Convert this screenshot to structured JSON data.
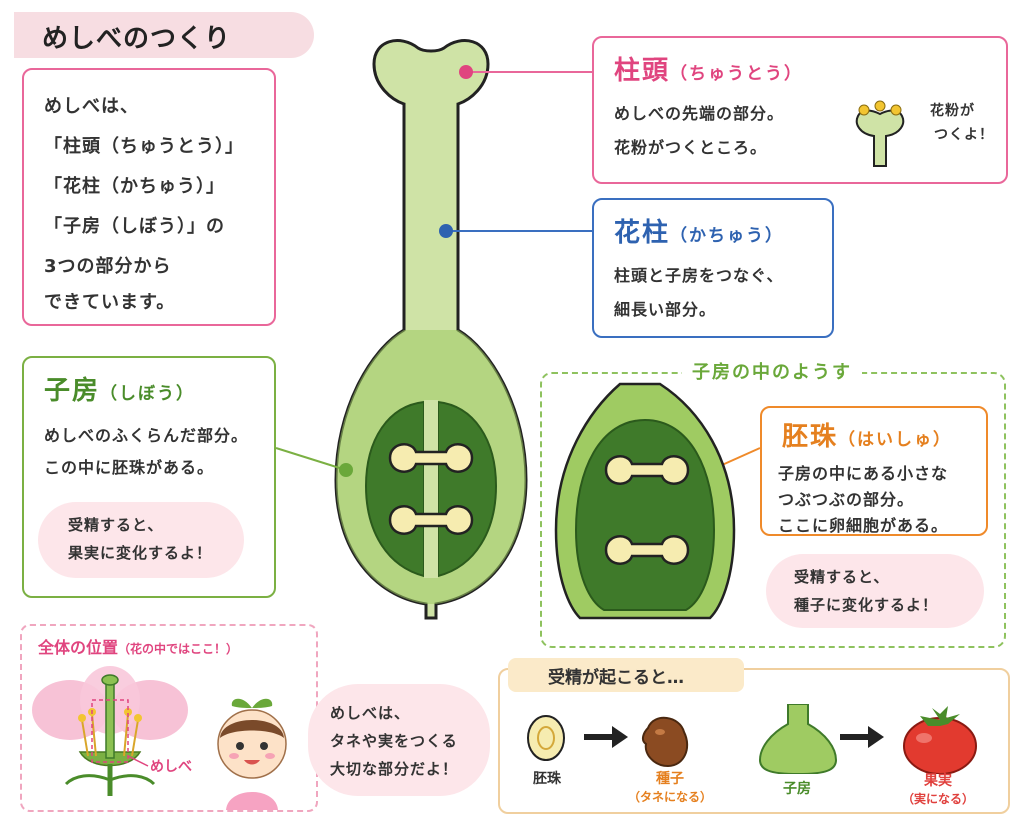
{
  "title": "めしべのつくり",
  "intro": {
    "lines": [
      "めしべは、",
      "「柱頭（ちゅうとう）」",
      "「花柱（かちゅう）」",
      "「子房（しぼう）」の",
      "3つの部分から",
      "できています。"
    ]
  },
  "stigma": {
    "name": "柱頭",
    "reading": "（ちゅうとう）",
    "desc1": "めしべの先端の部分。",
    "desc2": "花粉がつくところ。",
    "note1": "花粉が",
    "note2": "つくよ！"
  },
  "style": {
    "name": "花柱",
    "reading": "（かちゅう）",
    "desc1": "柱頭と子房をつなぐ、",
    "desc2": "細長い部分。"
  },
  "ovary": {
    "name": "子房",
    "reading": "（しぼう）",
    "desc1": "めしべのふくらんだ部分。",
    "desc2": "この中に胚珠がある。",
    "bubble1": "受精すると、",
    "bubble2": "果実に変化するよ！"
  },
  "inside": {
    "title": "子房の中のようす",
    "ovule_name": "胚珠",
    "ovule_reading": "（はいしゅ）",
    "desc1": "子房の中にある小さな",
    "desc2": "つぶつぶの部分。",
    "desc3": "ここに卵細胞がある。",
    "bubble1": "受精すると、",
    "bubble2": "種子に変化するよ！"
  },
  "whole": {
    "title": "全体の位置",
    "subtitle": "（花の中ではここ！）",
    "pistil_label": "めしべ",
    "speech1": "めしべは、",
    "speech2": "タネや実をつくる",
    "speech3": "大切な部分だよ！"
  },
  "fertilization": {
    "title": "受精が起こると…",
    "ovule": "胚珠",
    "seed": "種子",
    "seed_note": "（タネになる）",
    "ovary": "子房",
    "fruit": "果実",
    "fruit_note": "（実になる）"
  },
  "colors": {
    "pistil_light": "#cfe3a6",
    "pistil_dark": "#8cc152",
    "ovary_inner": "#3f7a2a",
    "ovule": "#f6ecb0",
    "pink": "#e0457f",
    "blue": "#2e62b0",
    "green": "#4a8c2a",
    "orange": "#e5801f"
  }
}
